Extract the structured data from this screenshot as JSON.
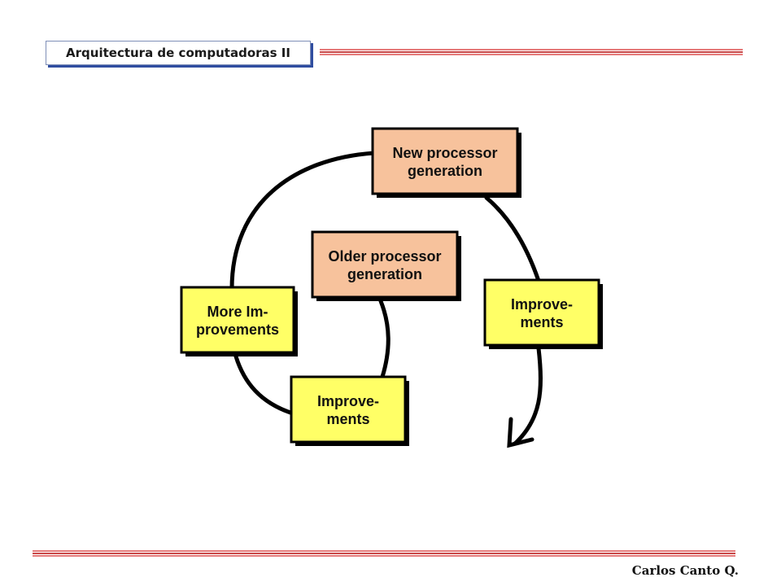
{
  "header": {
    "title": "Arquitectura de computadoras II"
  },
  "footer": {
    "author": "Carlos  Canto Q."
  },
  "colors": {
    "orange_box": "#f7c29c",
    "yellow_box": "#ffff66",
    "rule": "#d96565",
    "title_shadow": "#2f4da0"
  },
  "diagram": {
    "nodes": {
      "new_processor": {
        "line1": "New processor",
        "line2": "generation"
      },
      "older_processor": {
        "line1": "Older processor",
        "line2": "generation"
      },
      "more_improvements": {
        "line1": "More Im-",
        "line2": "provements"
      },
      "improvements_right": {
        "line1": "Improve-",
        "line2": "ments"
      },
      "improvements_bottom": {
        "line1": "Improve-",
        "line2": "ments"
      }
    }
  }
}
